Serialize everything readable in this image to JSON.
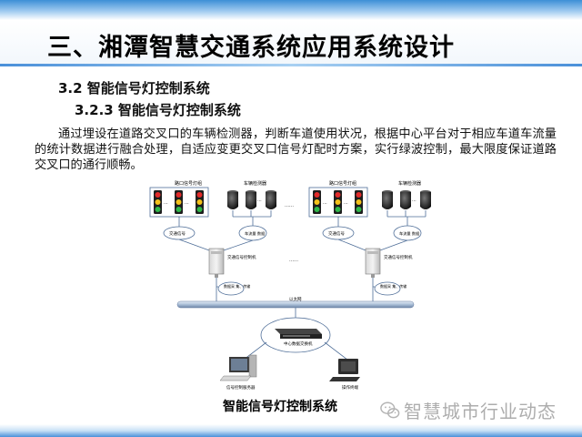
{
  "slide": {
    "title": "三、湘潭智慧交通系统应用系统设计",
    "section": "3.2 智能信号灯控制系统",
    "subsection": "3.2.3 智能信号灯控制系统",
    "body": "通过埋设在道路交叉口的车辆检测器，判断车道使用状况，根据中心平台对于相应车道车流量的统计数据进行融合处理，自适应变更交叉口信号灯配时方案，实行绿波控制，最大限度保证道路交叉口的通行顺畅。"
  },
  "diagram": {
    "caption": "智能信号灯控制系统",
    "left_group": {
      "signal_label": "路口信号灯组",
      "detector_label": "车辆检测器",
      "signal_box_label": "交通信号",
      "flow_box_label": "车流量 数据",
      "controller_label": "交通信号控制机",
      "data_label": "数据采 集、传输"
    },
    "right_group": {
      "signal_label": "路口信号灯组",
      "detector_label": "车辆检测器",
      "signal_box_label": "交通信号",
      "flow_box_label": "车流量 数据",
      "controller_label": "交通信号控制机",
      "data_label": "数据采 集、传输"
    },
    "network_label": "以太网",
    "center_label": "中心数据交换机",
    "workstation_label": "信号控制服务器",
    "terminal_label": "操作终端",
    "ellipsis": "……"
  },
  "watermark": {
    "text": "智慧城市行业动态",
    "icon": "wechat-icon"
  },
  "colors": {
    "accent": "#4a90d9",
    "line": "#4f6e98",
    "box": "#c9d9ea"
  }
}
